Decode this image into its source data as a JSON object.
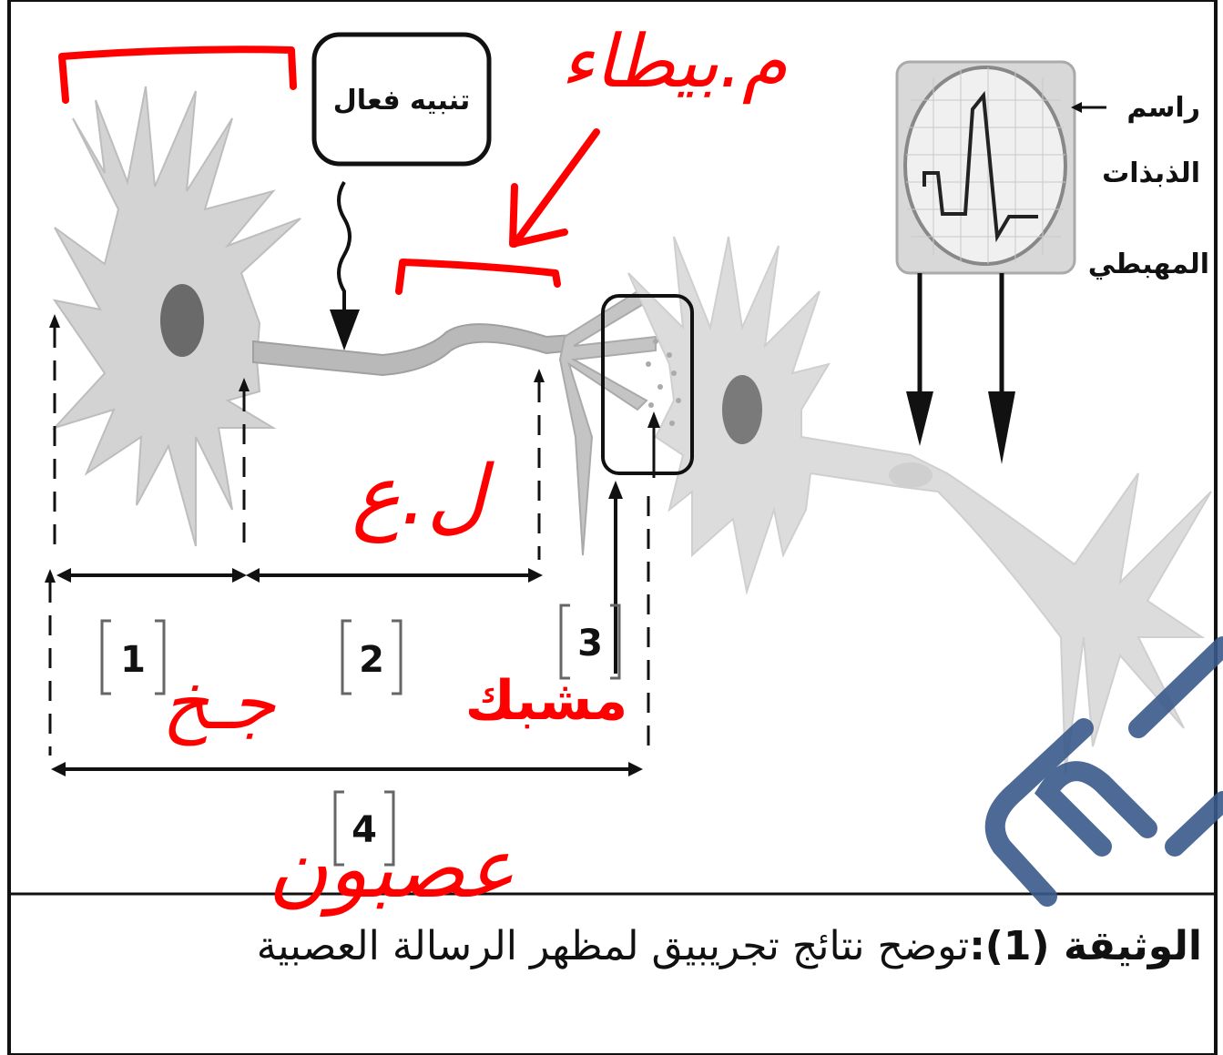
{
  "stimulus_box": {
    "label": "تنبيه فعال"
  },
  "oscilloscope": {
    "label_line1": "راسم",
    "label_line2": "الذبذات",
    "label_line3": "المهبطي"
  },
  "segments": [
    {
      "number": "1",
      "handwritten": "جـخ"
    },
    {
      "number": "2",
      "handwritten": "ل.ع"
    },
    {
      "number": "3",
      "handwritten": "مشبك"
    },
    {
      "number": "4",
      "handwritten": "عصبون"
    }
  ],
  "handwritten_top": "م.بيطاء",
  "caption": {
    "prefix": "الوثيقة (1):",
    "text": "توضح نتائج تجريبيق لمظهر الرسالة العصبية"
  },
  "colors": {
    "neuron_fill": "#cfcfcf",
    "ink_red": "#ff0000",
    "watermark": "#3a5a8c",
    "line": "#111111"
  }
}
